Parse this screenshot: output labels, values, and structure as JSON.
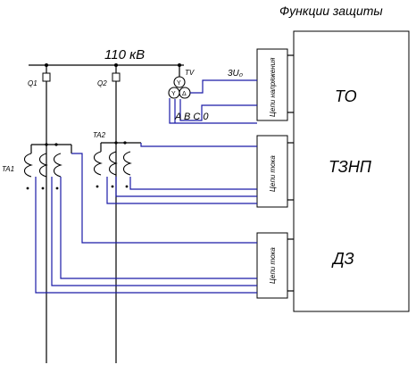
{
  "labels": {
    "functions_title": "Функции защиты",
    "voltage": "110 кВ",
    "breaker_1": "Q1",
    "breaker_2": "Q2",
    "vt": "TV",
    "zero_seq_voltage": "3U₀",
    "phases": "A B C 0",
    "ct_1": "TA1",
    "ct_2": "TA2",
    "circuit_voltage": "Цепи напряжения",
    "circuit_current_1": "Цепи тока",
    "circuit_current_2": "Цепи тока",
    "func_to": "ТО",
    "func_tznp": "ТЗНП",
    "func_dz": "ДЗ"
  },
  "colors": {
    "wire": "#1a1aa8",
    "outline": "#000000"
  }
}
